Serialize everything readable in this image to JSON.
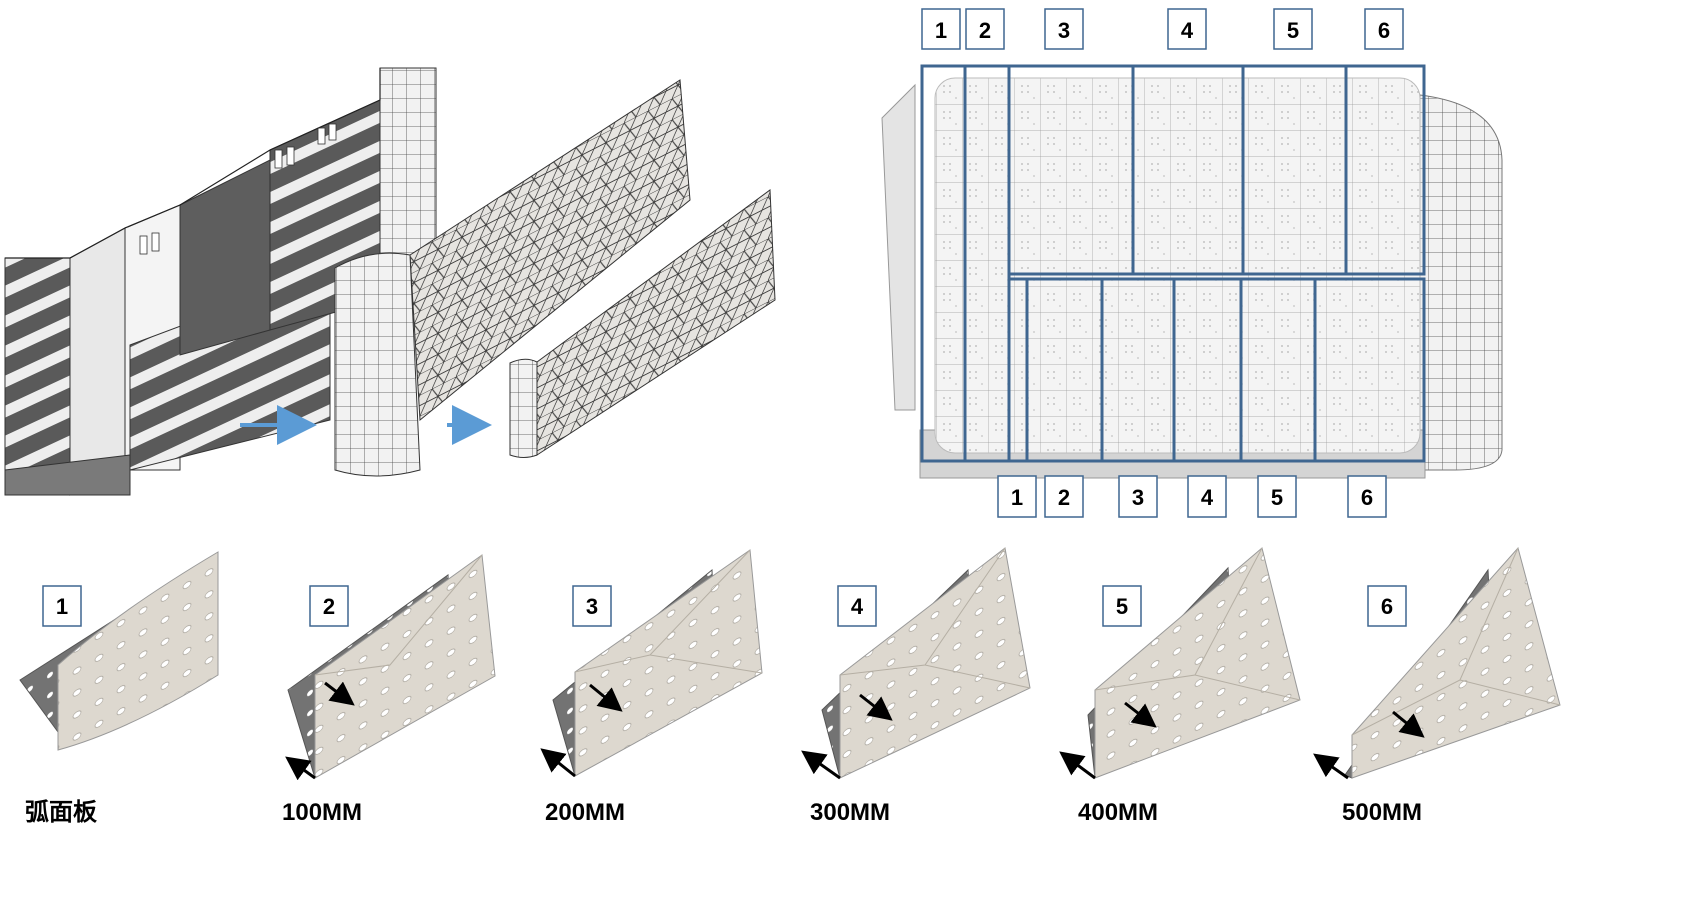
{
  "colors": {
    "frame_blue": "#3f6690",
    "arrow_blue": "#5b9bd5",
    "panel_face": "#d8d3ca",
    "panel_dark": "#6e6e6e",
    "building_dark": "#555555",
    "mesh_line": "#3c3c3c"
  },
  "elevation": {
    "top_numbers": [
      "1",
      "2",
      "3",
      "4",
      "5",
      "6"
    ],
    "bottom_numbers": [
      "1",
      "2",
      "3",
      "4",
      "5",
      "6"
    ]
  },
  "panels": [
    {
      "number": "1",
      "label": "弧面板",
      "depth": 0
    },
    {
      "number": "2",
      "label": "100MM",
      "depth": 100
    },
    {
      "number": "3",
      "label": "200MM",
      "depth": 200
    },
    {
      "number": "4",
      "label": "300MM",
      "depth": 300
    },
    {
      "number": "5",
      "label": "400MM",
      "depth": 400
    },
    {
      "number": "6",
      "label": "500MM",
      "depth": 500
    }
  ],
  "icons": {
    "process_arrow": "right-arrow-icon",
    "depth_arrow": "double-arrow-icon"
  }
}
